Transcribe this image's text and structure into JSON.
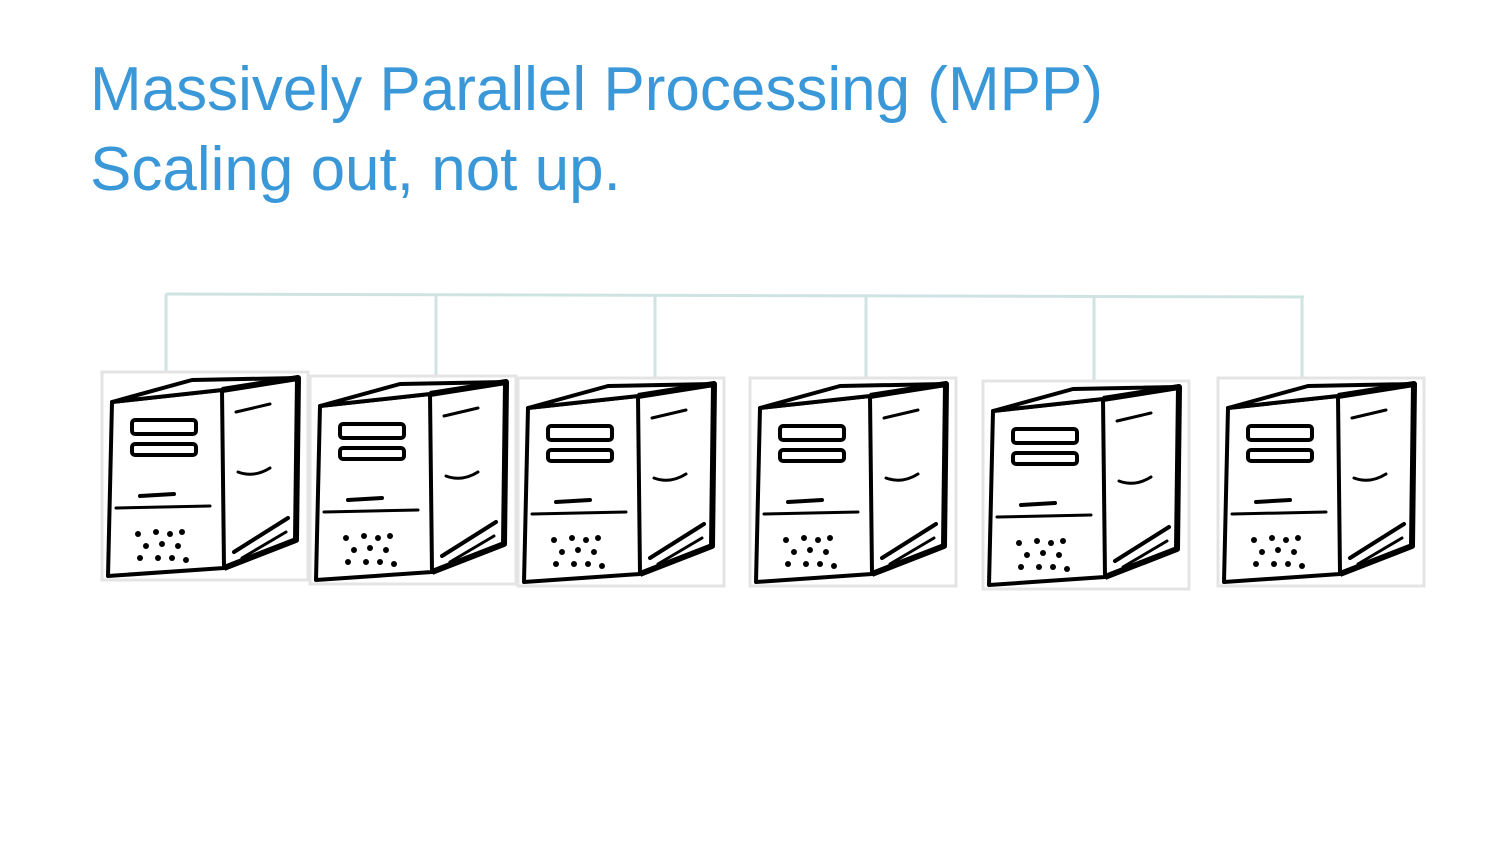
{
  "slide": {
    "title_line1": "Massively Parallel Processing (MPP)",
    "title_line2": "Scaling out, not up.",
    "title_color": "#3a98d8"
  },
  "diagram": {
    "bus_color": "#cfe3e3",
    "server_count": 6,
    "servers": [
      {
        "icon": "server-tower-icon"
      },
      {
        "icon": "server-tower-icon"
      },
      {
        "icon": "server-tower-icon"
      },
      {
        "icon": "server-tower-icon"
      },
      {
        "icon": "server-tower-icon"
      },
      {
        "icon": "server-tower-icon"
      }
    ]
  }
}
